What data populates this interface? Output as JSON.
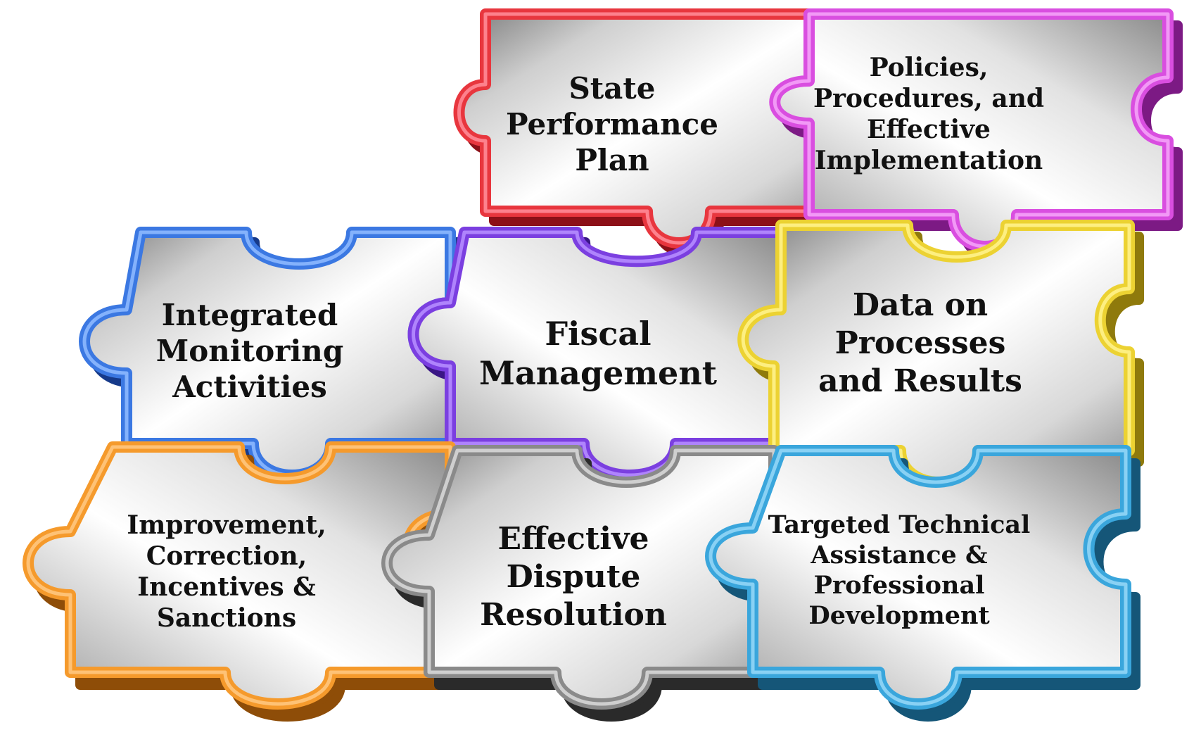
{
  "pieces": [
    {
      "id": "state-performance-plan",
      "lines": [
        "State",
        "Performance",
        "Plan"
      ],
      "color": "#e8363e",
      "light": "#ff8a96",
      "dark": "#8c1018"
    },
    {
      "id": "policies-procedures",
      "lines": [
        "Policies,",
        "Procedures, and",
        "Effective",
        "Implementation"
      ],
      "color": "#d94ee0",
      "light": "#f4a2f8",
      "dark": "#7c1a84"
    },
    {
      "id": "integrated-monitoring",
      "lines": [
        "Integrated",
        "Monitoring",
        "Activities"
      ],
      "color": "#3b78e2",
      "light": "#8db8ff",
      "dark": "#163a8a"
    },
    {
      "id": "fiscal-management",
      "lines": [
        "Fiscal",
        "Management"
      ],
      "color": "#7b3fe0",
      "light": "#b58cff",
      "dark": "#3a1685"
    },
    {
      "id": "data-on-processes",
      "lines": [
        "Data on",
        "Processes",
        "and Results"
      ],
      "color": "#ecd232",
      "light": "#fff28a",
      "dark": "#8f7a0c"
    },
    {
      "id": "improvement-correction",
      "lines": [
        "Improvement,",
        "Correction,",
        "Incentives &",
        "Sanctions"
      ],
      "color": "#f59a2c",
      "light": "#ffc77e",
      "dark": "#8e4d08"
    },
    {
      "id": "effective-dispute",
      "lines": [
        "Effective",
        "Dispute",
        "Resolution"
      ],
      "color": "#8a8a8a",
      "light": "#d6d6d6",
      "dark": "#2a2a2a"
    },
    {
      "id": "targeted-technical",
      "lines": [
        "Targeted Technical",
        "Assistance &",
        "Professional",
        "Development"
      ],
      "color": "#3aa6dc",
      "light": "#92d6f6",
      "dark": "#155678"
    }
  ]
}
